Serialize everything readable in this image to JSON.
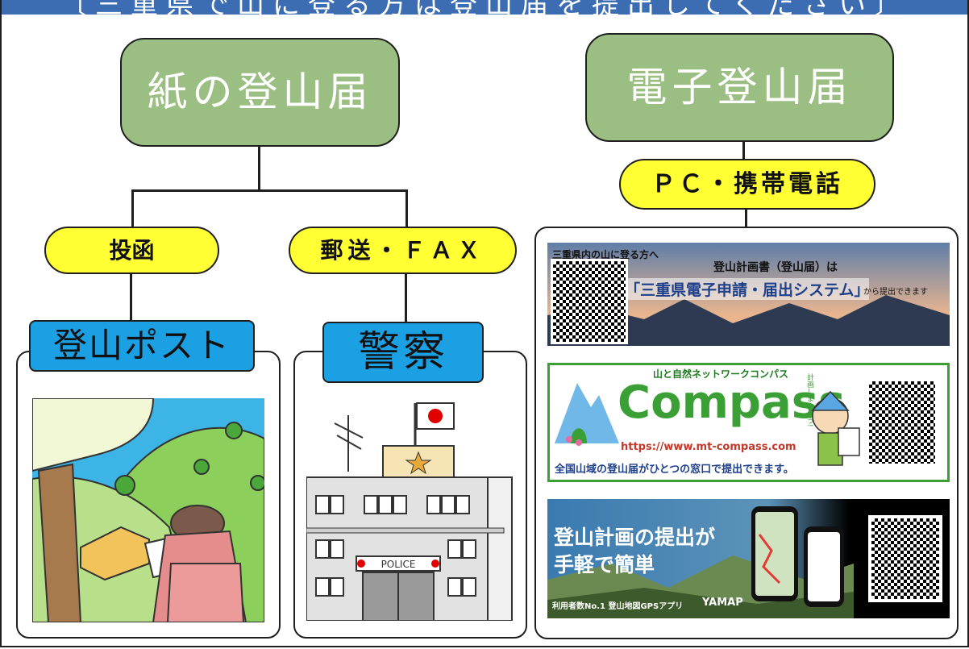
{
  "title": "〔三重県で山に登る方は登山届を提出してください〕",
  "left": {
    "heading": "紙の登山届",
    "options": [
      {
        "pill": "投函",
        "tab": "登山ポスト"
      },
      {
        "pill": "郵送・ＦＡＸ",
        "tab": "警察"
      }
    ],
    "police_sign": "POLICE"
  },
  "right": {
    "heading": "電子登山届",
    "pill": "ＰＣ・携帯電話",
    "banners": {
      "mie": {
        "kicker": "三重県内の山に登る方へ",
        "line1": "登山計画書（登山届）は",
        "system": "「三重県電子申請・届出システム」",
        "suffix": "から提出できます"
      },
      "compass": {
        "tagline": "山と自然ネットワークコンパス",
        "logo": "Compass",
        "url": "https://www.mt-compass.com",
        "footer": "全国山域の登山届がひとつの窓口で提出できます。",
        "mascot": "計画しましょう!"
      },
      "yamap": {
        "line1": "登山計画の提出が",
        "line2": "手軽で簡単",
        "footer": "利用者数No.1 登山地図GPSアプリ",
        "brand": "YAMAP"
      }
    }
  },
  "colors": {
    "title_bar": "#3c6db3",
    "heading_box": "#9bbf82",
    "pill": "#ffff33",
    "tab": "#1aa0e3",
    "compass_green": "#3aa035",
    "banner_sky": "#4d6f9e"
  }
}
